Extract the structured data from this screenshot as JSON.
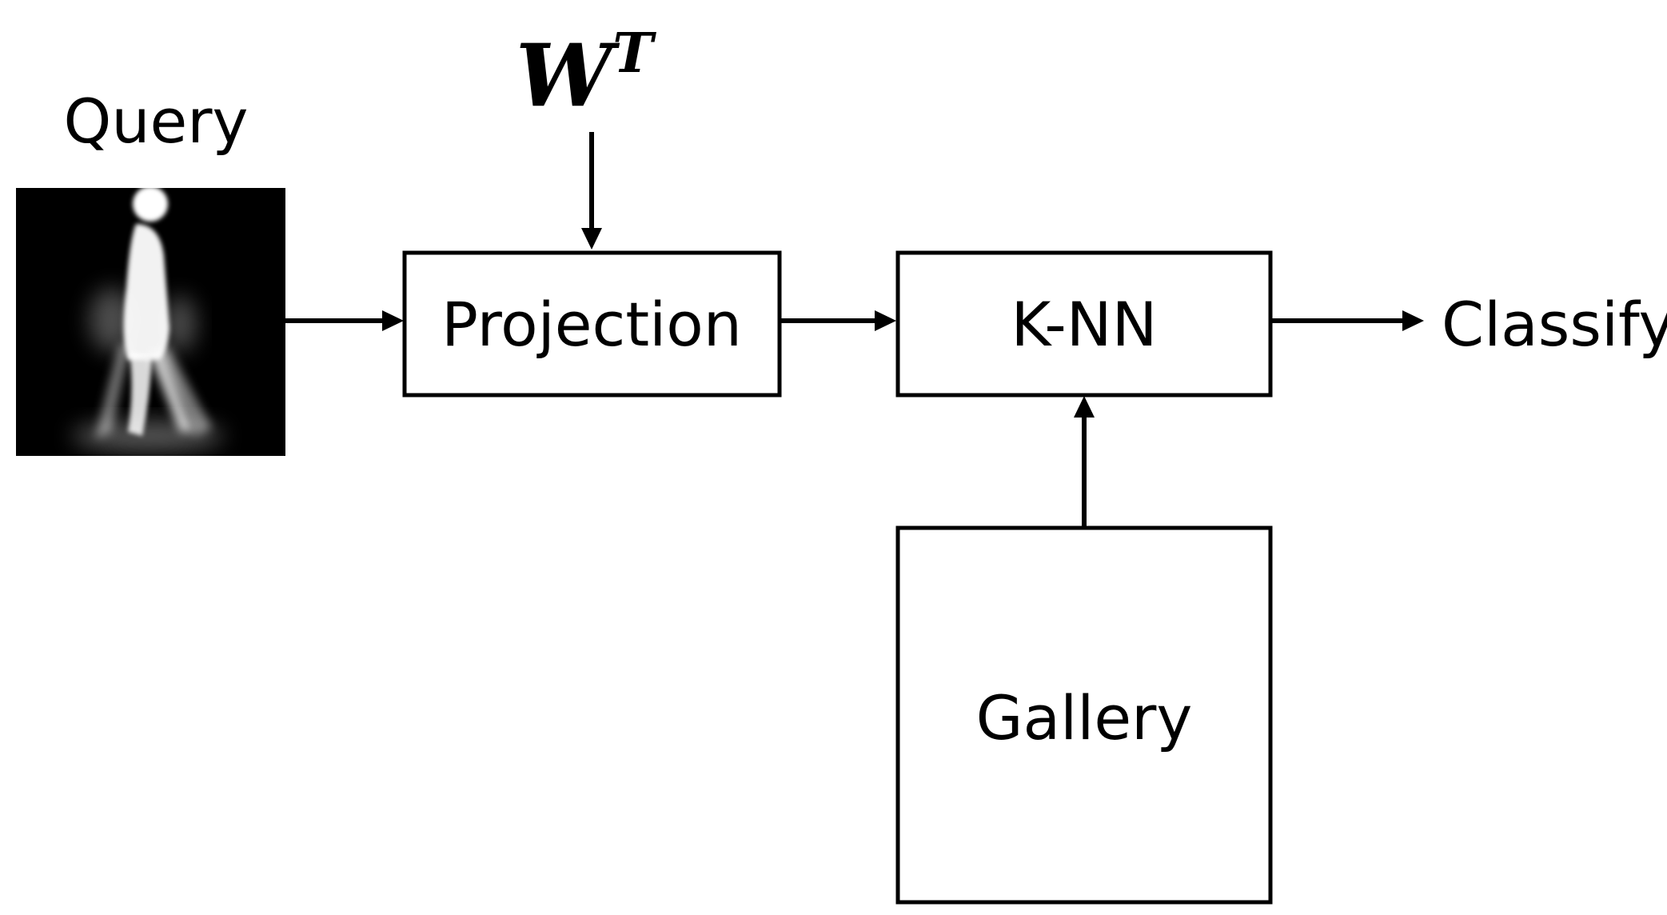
{
  "diagram": {
    "query_label": "Query",
    "weight_base": "W",
    "weight_superscript": "T",
    "projection_label": "Projection",
    "knn_label": "K-NN",
    "classify_label": "Classify",
    "gallery_label": "Gallery"
  },
  "colors": {
    "background": "#ffffff",
    "stroke": "#000000",
    "image_background": "#000000",
    "silhouette": "#ffffff"
  },
  "icons": {
    "query_image": "gait-energy-image-walking-silhouette"
  }
}
